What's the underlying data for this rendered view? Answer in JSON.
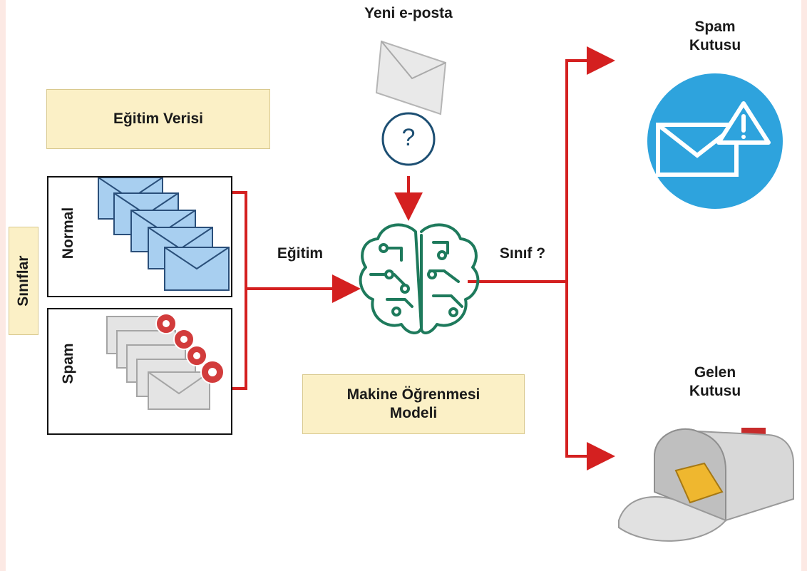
{
  "new_email": {
    "label": "Yeni e-posta",
    "question": "?"
  },
  "training_data": {
    "label": "Eğitim Verisi"
  },
  "classes": {
    "label": "Sınıflar",
    "normal": "Normal",
    "spam": "Spam"
  },
  "training_arrow": {
    "label": "Eğitim"
  },
  "class_arrow": {
    "label": "Sınıf ?"
  },
  "model": {
    "label_line1": "Makine Öğrenmesi",
    "label_line2": "Modeli"
  },
  "spam_box": {
    "label_line1": "Spam",
    "label_line2": "Kutusu"
  },
  "inbox": {
    "label_line1": "Gelen",
    "label_line2": "Kutusu"
  },
  "colors": {
    "arrow": "#d42020",
    "brain": "#1e7a5c",
    "spam_circle": "#2ea3dd",
    "note_fill": "#fbf0c6",
    "envelope_blue": "#a8cff0"
  }
}
